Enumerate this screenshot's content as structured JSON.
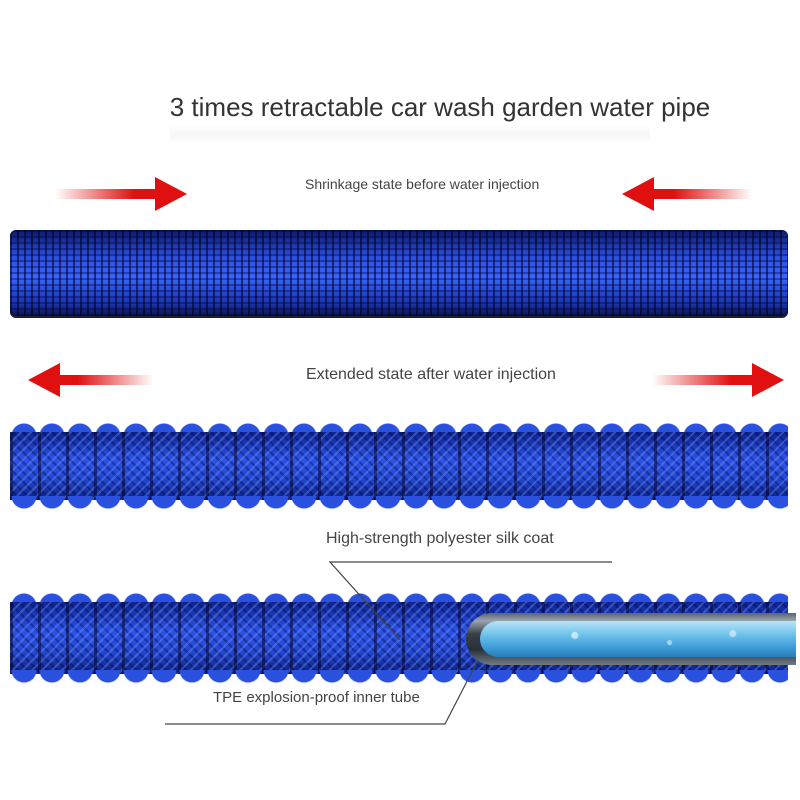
{
  "title": "3 times retractable car wash garden water pipe",
  "sections": {
    "shrink_label": "Shrinkage state before water injection",
    "extend_label": "Extended state after water injection"
  },
  "callouts": {
    "coat": "High-strength polyester silk coat",
    "inner_tube": "TPE explosion-proof inner tube"
  },
  "colors": {
    "arrow": "#e01010",
    "hose_blue": "#2c52e8",
    "tube_water": "#6cc0ea"
  }
}
